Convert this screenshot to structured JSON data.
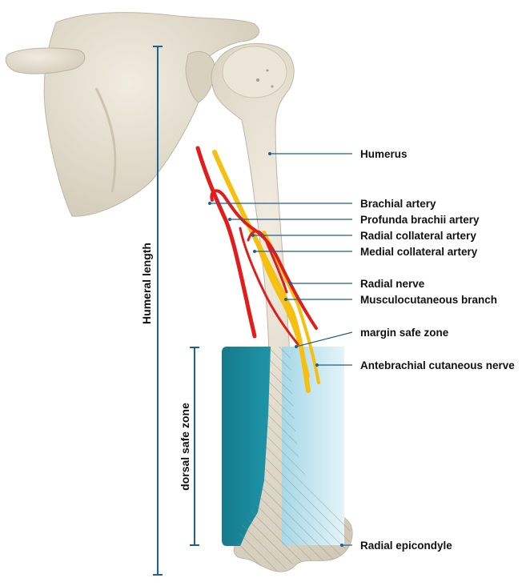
{
  "colors": {
    "bone": "#e7e1d3",
    "bone_shadow": "#c9c1af",
    "artery": "#e21b1b",
    "nerve": "#f5c010",
    "leader": "#1f5f92",
    "measure": "#1f5f92",
    "dorsal_zone": "#1a8a9c",
    "safe_zone": "#c7e7f1",
    "text": "#111111"
  },
  "labels": {
    "humerus": "Humerus",
    "brachial_artery": "Brachial artery",
    "profunda_brachii_artery": "Profunda brachii artery",
    "radial_collateral_artery": "Radial collateral artery",
    "medial_collateral_artery": "Medial collateral artery",
    "radial_nerve": "Radial nerve",
    "musculocutaneous_branch": "Musculocutaneous branch",
    "margin_safe_zone": "margin safe zone",
    "antebrachial_cutaneous_nerve": "Antebrachial cutaneous nerve",
    "radial_epicondyle": "Radial epicondyle"
  },
  "measurements": {
    "humeral_length": "Humeral length",
    "dorsal_safe_zone": "dorsal safe zone"
  }
}
